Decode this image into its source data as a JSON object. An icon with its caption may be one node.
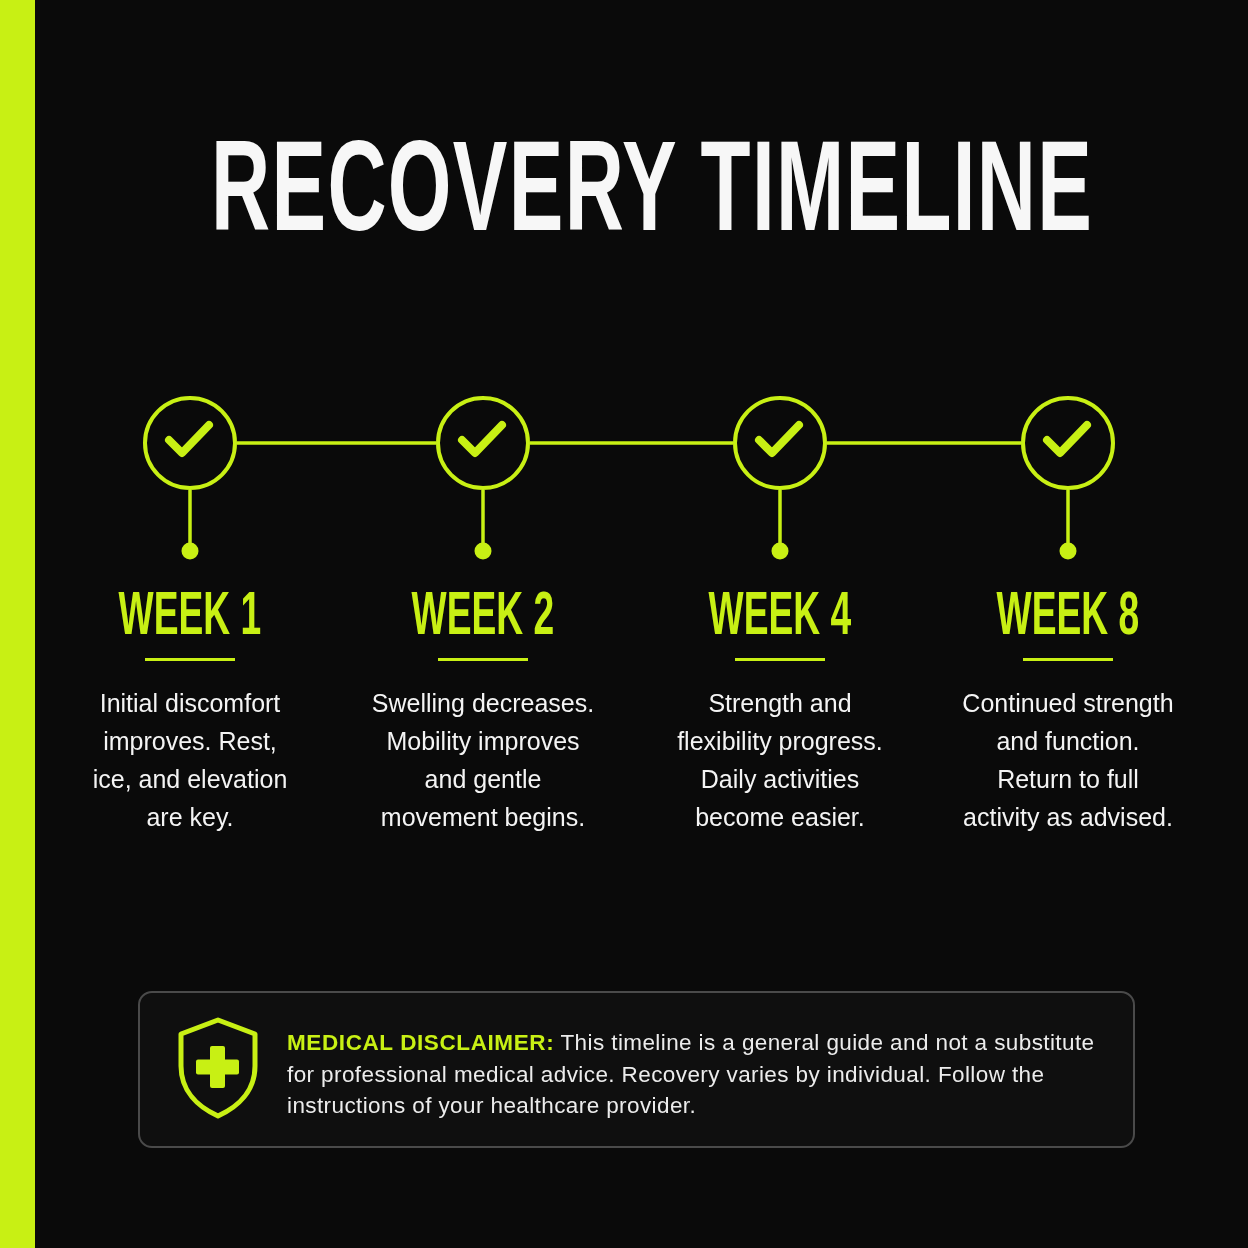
{
  "diagram": {
    "title": "RECOVERY TIMELINE",
    "nodes": [
      {
        "text": [],
        "shape": "circle"
      },
      {
        "text": [],
        "shape": "circle"
      },
      {
        "text": [],
        "shape": "circle"
      },
      {
        "text": [],
        "shape": "circle"
      },
      {
        "text": [
          "WEEK 1",
          "Initial discomfort improves. Rest, ice, and elevation are key."
        ]
      },
      {
        "text": [
          "WEEK 2",
          "Swelling decreases. Mobility improves and gentle movement begins."
        ]
      },
      {
        "text": [
          "WEEK 4",
          "Strength and flexibility progress. Daily activities become easier."
        ]
      },
      {
        "text": [
          "WEEK 8",
          "Continued strength and function. Return to full activity as advised."
        ]
      },
      {
        "text": [
          "**MEDICAL DISCLAIMER:** This timeline is a general guide and not a substitute for professional medical advice. Recovery varies by individual. Follow the instructions of your healthcare provider."
        ]
      }
    ],
    "edges": [
      {
        "from": 0,
        "to": 1,
        "arrow": "none"
      },
      {
        "from": 1,
        "to": 2,
        "arrow": "none"
      },
      {
        "from": 2,
        "to": 3,
        "arrow": "none"
      },
      {
        "from": 0,
        "to": 4,
        "arrow": "other"
      },
      {
        "from": 1,
        "to": 5,
        "arrow": "other"
      },
      {
        "from": 2,
        "to": 6,
        "arrow": "other"
      },
      {
        "from": 3,
        "to": 7,
        "arrow": "other"
      }
    ]
  }
}
